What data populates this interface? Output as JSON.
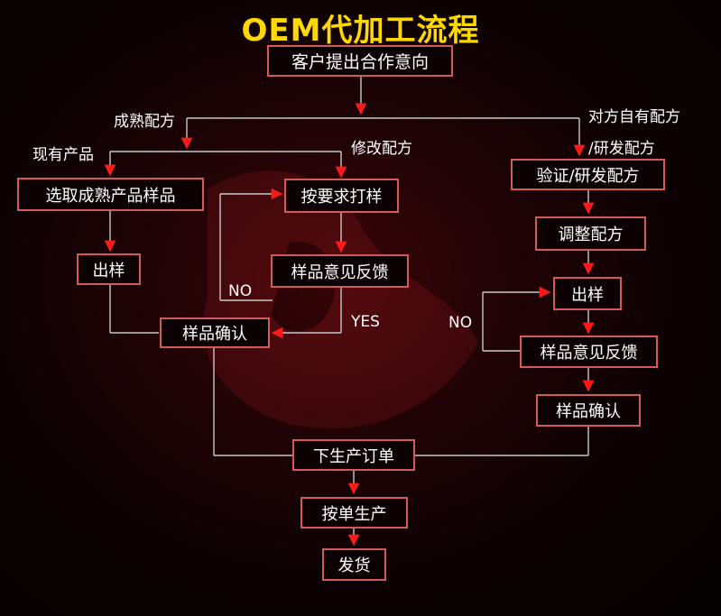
{
  "title": "OEM代加工流程",
  "nodes": {
    "intent": "客户提出合作意向",
    "select": "选取成熟产品样品",
    "custom": "按要求打样",
    "verify": "验证/研发配方",
    "ship_left": "出样",
    "feedback_mid": "样品意见反馈",
    "adjust": "调整配方",
    "ship_right": "出样",
    "confirm_left": "样品确认",
    "feedback_right": "样品意见反馈",
    "confirm_right": "样品确认",
    "order": "下生产订单",
    "produce": "按单生产",
    "deliver": "发货"
  },
  "labels": {
    "mature": "成熟配方",
    "existing": "现有产品",
    "modify": "修改配方",
    "own_formula_1": "对方自有配方",
    "own_formula_2": "/研发配方",
    "no_mid": "NO",
    "yes_mid": "YES",
    "no_right": "NO"
  },
  "colors": {
    "title": "#ffd800",
    "line": "#c8c8c8",
    "arrow": "#ff1a1a",
    "box_border": "#d45a5a"
  }
}
